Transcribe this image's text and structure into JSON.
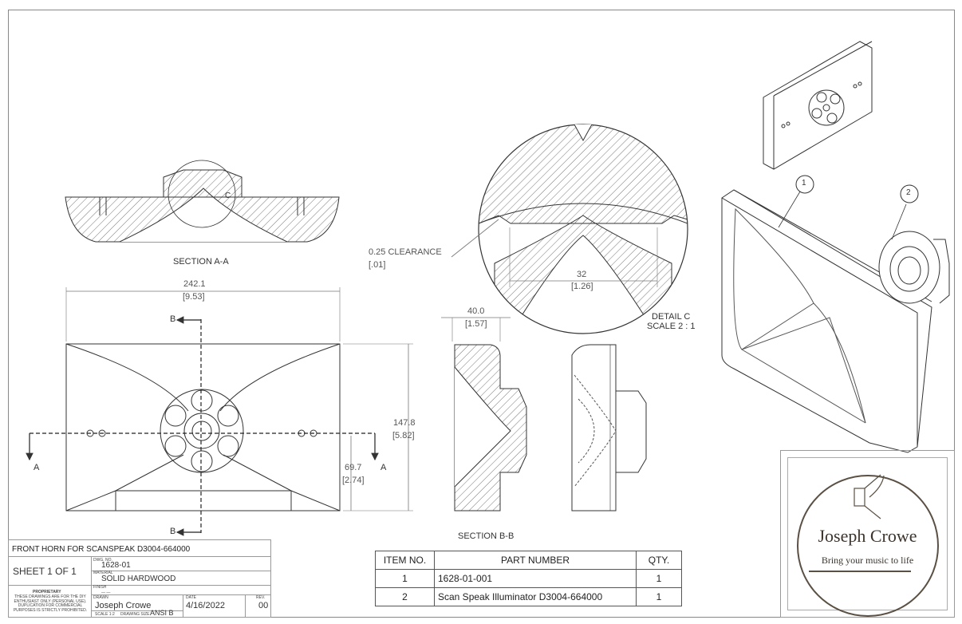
{
  "views": {
    "section_aa": "SECTION A-A",
    "section_bb": "SECTION B-B",
    "detail_c_line1": "DETAIL C",
    "detail_c_line2": "SCALE 2 : 1",
    "letter_a_left": "A",
    "letter_a_right": "A",
    "letter_b_top": "B",
    "letter_b_bottom": "B",
    "letter_c": "C"
  },
  "dimensions": {
    "width_mm": "242.1",
    "width_in": "[9.53]",
    "height_mm": "147.8",
    "height_in": "[5.82]",
    "offset_mm": "69.7",
    "offset_in": "[2.74]",
    "depth_mm": "40.0",
    "depth_in": "[1.57]",
    "throat_mm": "32",
    "throat_in": "[1.26]",
    "clearance_mm": "0.25 CLEARANCE",
    "clearance_in": "[.01]"
  },
  "balloons": [
    "1",
    "2"
  ],
  "title_block": {
    "title": "FRONT HORN FOR SCANSPEAK D3004-664000",
    "sheet": "SHEET 1 OF 1",
    "dwg_no_label": "DWG. NO.",
    "dwg_no": "1628-01",
    "material_label": "MATERIAL",
    "material": "SOLID HARDWOOD",
    "finish_label": "FINISH",
    "finish": "— —",
    "proprietary_label": "PROPRIETARY",
    "proprietary_text": "THESE DRAWINGS ARE FOR THE DIY ENTHUSIAST ONLY (PERSONAL USE). DUPLICATION FOR COMMERCIAL PURPOSES IS STRICTLY PROHIBITED.",
    "drawn_label": "DRAWN",
    "drawn": "Joseph Crowe",
    "date_label": "DATE",
    "date": "4/16/2022",
    "rev_label": "REV.",
    "rev": "00",
    "scale": "SCALE 1:2",
    "size_label": "DRAWING SIZE",
    "size": "ANSI B"
  },
  "bom": {
    "headers": [
      "ITEM NO.",
      "PART NUMBER",
      "QTY."
    ],
    "rows": [
      [
        "1",
        "1628-01-001",
        "1"
      ],
      [
        "2",
        "Scan Speak Illuminator D3004-664000",
        "1"
      ]
    ]
  },
  "logo": {
    "name": "Joseph Crowe",
    "tagline": "Bring your music to life"
  }
}
